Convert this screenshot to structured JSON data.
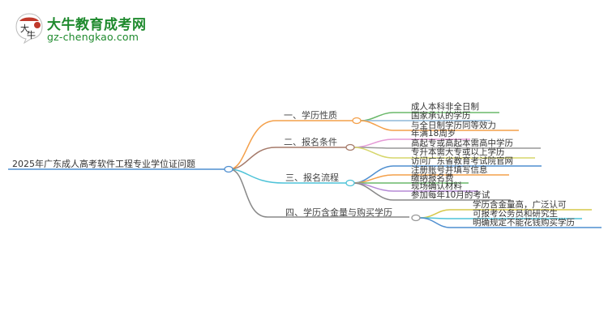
{
  "logo": {
    "badge_char": "大牛",
    "title": "大牛教育成考网",
    "url": "gz-chengkao.com",
    "color": "#1f8a2e"
  },
  "mindmap": {
    "root": "2025年广东成人高考软件工程专业学位证问题",
    "branches": [
      {
        "label": "一、学历性质",
        "color": "#f4a04a",
        "children": [
          {
            "label": "成人本科非全日制",
            "color": "#6ab86a"
          },
          {
            "label": "国家承认的学历",
            "color": "#8fb8d8"
          },
          {
            "label": "与全日制学历同等效力",
            "color": "#f4a04a"
          }
        ]
      },
      {
        "label": "二、报名条件",
        "color": "#a57a6a",
        "children": [
          {
            "label": "年满18周岁",
            "color": "#e59ad6"
          },
          {
            "label": "高起专或高起本需高中学历",
            "color": "#999999"
          },
          {
            "label": "专升本需大专或以上学历",
            "color": "#d6d66a"
          }
        ]
      },
      {
        "label": "三、报名流程",
        "color": "#4fc3d8",
        "children": [
          {
            "label": "访问广东省教育考试院官网",
            "color": "#4f8fd0"
          },
          {
            "label": "注册账号并填写信息",
            "color": "#f4a04a"
          },
          {
            "label": "缴纳报名费",
            "color": "#6ab86a"
          },
          {
            "label": "现场确认材料",
            "color": "#b58ad6"
          },
          {
            "label": "参加每年10月的考试",
            "color": "#888888"
          }
        ]
      },
      {
        "label": "四、学历含金量与购买学历",
        "color": "#888888",
        "children": [
          {
            "label": "学历含金量高，广泛认可",
            "color": "#d6c84a"
          },
          {
            "label": "可报考公务员和研究生",
            "color": "#4fc3d8"
          },
          {
            "label": "明确规定不能花钱购买学历",
            "color": "#4f8fd0"
          }
        ]
      }
    ]
  }
}
